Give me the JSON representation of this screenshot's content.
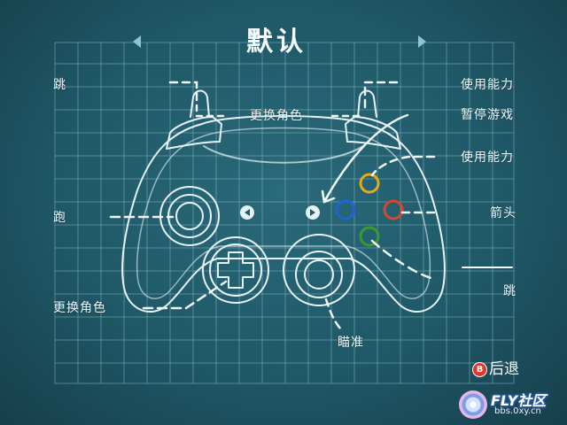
{
  "screen": {
    "title": "默认",
    "labels": {
      "top_left_jump": "跳",
      "switch_character_top": "更换角色",
      "run": "跑",
      "switch_character_bottom": "更换角色",
      "use_ability_1": "使用能力",
      "pause_game": "暂停游戏",
      "use_ability_2": "使用能力",
      "arrow": "箭头",
      "jump_right": "跳",
      "aim": "瞄准"
    },
    "back": {
      "button_glyph": "B",
      "label": "后退"
    }
  },
  "watermark": {
    "brand": "FLY社区",
    "url": "bbs.0xy.cn"
  },
  "colors": {
    "background": "#1f5867",
    "line": "#e6f3f6",
    "face_blue": "#1e63d8",
    "face_yellow": "#e8a816",
    "face_red": "#d8462e",
    "face_green": "#3a9a2e",
    "back_button": "#d93a2b"
  }
}
